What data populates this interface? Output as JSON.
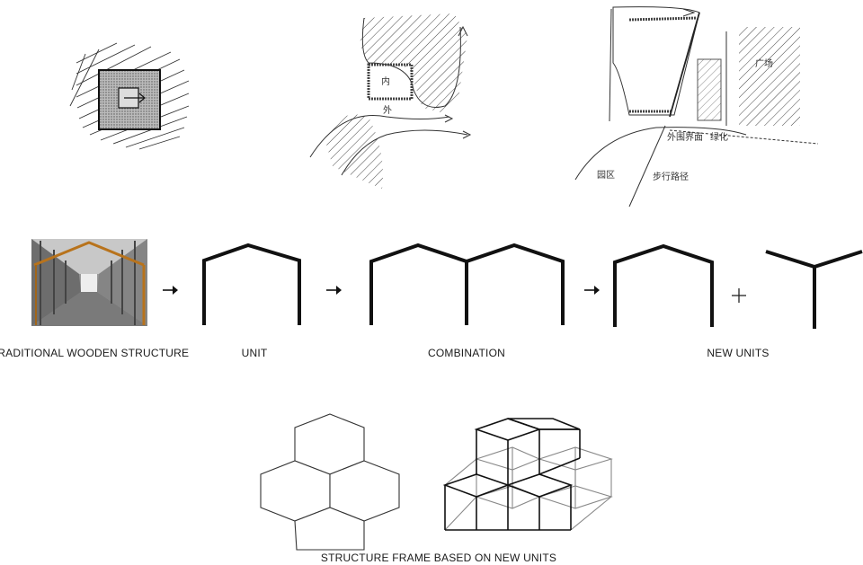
{
  "labels": {
    "traditional": "TRADITIONAL WOODEN STRUCTURE",
    "unit": "UNIT",
    "combination": "COMBINATION",
    "new_units": "NEW UNITS",
    "structure_frame": "STRUCTURE FRAME BASED ON NEW UNITS"
  },
  "sketch_text": {
    "inner": "内",
    "outer": "外",
    "plaza": "广场",
    "facade": "外围界面",
    "green": "绿化",
    "park": "园区",
    "path": "步行路径"
  },
  "symbols": {
    "plus": "+"
  }
}
